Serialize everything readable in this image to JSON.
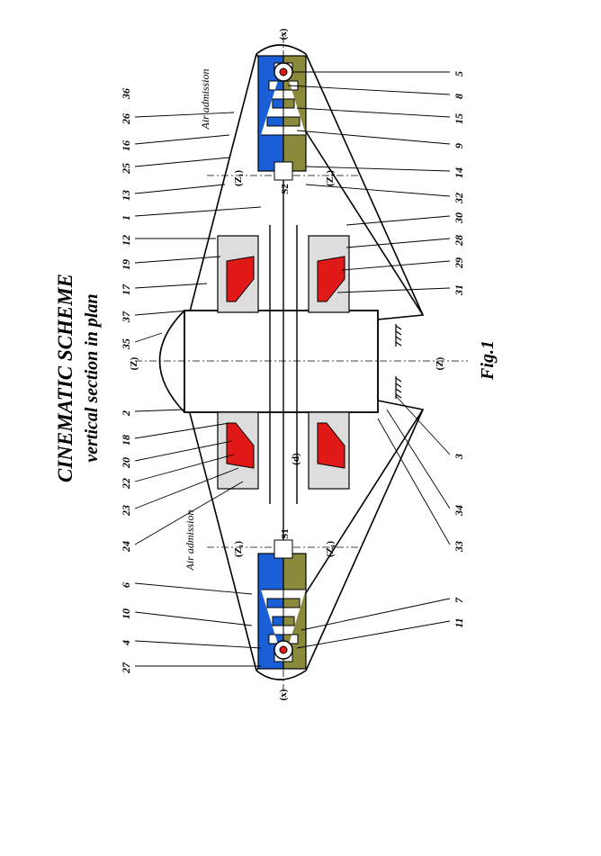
{
  "title": "CINEMATIC SCHEME",
  "subtitle": "vertical section in plan",
  "figure_label": "Fig.1",
  "air_label": "Air admission",
  "air_label_left": "Air admission",
  "axis_labels": {
    "x_left": "(x)",
    "x_right": "(x)",
    "z_top": "(Z)",
    "z_bottom": "(Z)",
    "z1_a": "(Z₁)",
    "z1_b": "(Z₁)",
    "z1_c": "(Z₁)",
    "z1_d": "(Z₁)",
    "d": "(d)",
    "s1": "S1",
    "s2": "S2"
  },
  "left_labels": [
    "27",
    "4",
    "10",
    "6",
    "24",
    "23",
    "22",
    "20",
    "18",
    "2",
    "35",
    "37",
    "17",
    "19",
    "12",
    "1",
    "13",
    "25",
    "16",
    "26",
    "36"
  ],
  "right_labels": [
    "11",
    "7",
    "33",
    "34",
    "3",
    "31",
    "29",
    "28",
    "30",
    "32",
    "14",
    "9",
    "15",
    "8",
    "5"
  ],
  "colors": {
    "blue": "#1a5fd6",
    "olive": "#8a8a3c",
    "red": "#e01818",
    "ink": "#000000"
  }
}
